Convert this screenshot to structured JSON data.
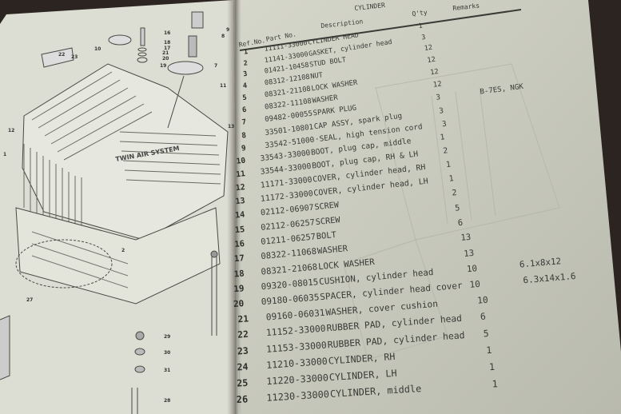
{
  "section_title": "CYLINDER",
  "headers": {
    "ref_no": "Ref.No.",
    "part_no": "Part No.",
    "description": "Description",
    "qty": "Q'ty",
    "remarks": "Remarks"
  },
  "parts": [
    {
      "ref": "1",
      "part": "11111-33000",
      "desc": "CYLINDER HEAD",
      "qty": "1",
      "remarks": ""
    },
    {
      "ref": "2",
      "part": "11141-33000",
      "desc": "GASKET, cylinder head",
      "qty": "3",
      "remarks": ""
    },
    {
      "ref": "3",
      "part": "01421-10458",
      "desc": "STUD BOLT",
      "qty": "12",
      "remarks": ""
    },
    {
      "ref": "4",
      "part": "08312-12108",
      "desc": "NUT",
      "qty": "12",
      "remarks": ""
    },
    {
      "ref": "5",
      "part": "08321-21108",
      "desc": "LOCK WASHER",
      "qty": "12",
      "remarks": ""
    },
    {
      "ref": "6",
      "part": "08322-11108",
      "desc": "WASHER",
      "qty": "12",
      "remarks": ""
    },
    {
      "ref": "7",
      "part": "09482-00055",
      "desc": "SPARK PLUG",
      "qty": "3",
      "remarks": "B-7ES, NGK"
    },
    {
      "ref": "8",
      "part": "33501-10801",
      "desc": "CAP ASSY, spark plug",
      "qty": "3",
      "remarks": ""
    },
    {
      "ref": "9",
      "part": "33542-51000",
      "desc": "·SEAL, high tension cord",
      "qty": "3",
      "remarks": ""
    },
    {
      "ref": "10",
      "part": "33543-33000",
      "desc": "BOOT, plug cap, middle",
      "qty": "1",
      "remarks": ""
    },
    {
      "ref": "11",
      "part": "33544-33000",
      "desc": "BOOT, plug cap, RH & LH",
      "qty": "2",
      "remarks": ""
    },
    {
      "ref": "12",
      "part": "11171-33000",
      "desc": "COVER, cylinder head, RH",
      "qty": "1",
      "remarks": ""
    },
    {
      "ref": "13",
      "part": "11172-33000",
      "desc": "COVER, cylinder head, LH",
      "qty": "1",
      "remarks": ""
    },
    {
      "ref": "14",
      "part": "02112-06907",
      "desc": "SCREW",
      "qty": "2",
      "remarks": ""
    },
    {
      "ref": "15",
      "part": "02112-06257",
      "desc": "SCREW",
      "qty": "5",
      "remarks": ""
    },
    {
      "ref": "16",
      "part": "01211-06257",
      "desc": "BOLT",
      "qty": "6",
      "remarks": ""
    },
    {
      "ref": "17",
      "part": "08322-11068",
      "desc": "WASHER",
      "qty": "13",
      "remarks": ""
    },
    {
      "ref": "18",
      "part": "08321-21068",
      "desc": "LOCK WASHER",
      "qty": "13",
      "remarks": ""
    },
    {
      "ref": "19",
      "part": "09320-08015",
      "desc": "CUSHION, cylinder head",
      "qty": "10",
      "remarks": "6.1x8x12"
    },
    {
      "ref": "20",
      "part": "09180-06035",
      "desc": "SPACER, cylinder head cover",
      "qty": "10",
      "remarks": "6.3x14x1.6"
    },
    {
      "ref": "21",
      "part": "09160-06031",
      "desc": "WASHER, cover cushion",
      "qty": "10",
      "remarks": ""
    },
    {
      "ref": "22",
      "part": "11152-33000",
      "desc": "RUBBER PAD, cylinder head",
      "qty": "6",
      "remarks": ""
    },
    {
      "ref": "23",
      "part": "11153-33000",
      "desc": "RUBBER PAD, cylinder head",
      "qty": "5",
      "remarks": ""
    },
    {
      "ref": "24",
      "part": "11210-33000",
      "desc": "CYLINDER, RH",
      "qty": "1",
      "remarks": ""
    },
    {
      "ref": "25",
      "part": "11220-33000",
      "desc": "CYLINDER, LH",
      "qty": "1",
      "remarks": ""
    },
    {
      "ref": "26",
      "part": "11230-33000",
      "desc": "CYLINDER, middle",
      "qty": "1",
      "remarks": ""
    }
  ],
  "diagram": {
    "logo_text": "TWIN AIR SYSTEM",
    "callouts": [
      "16",
      "18",
      "17",
      "21",
      "20",
      "19",
      "10",
      "22",
      "23",
      "9",
      "8",
      "7",
      "11",
      "12",
      "1",
      "13",
      "2",
      "27",
      "29",
      "30",
      "31",
      "28"
    ]
  },
  "colors": {
    "background": "#2b2421",
    "left_page": "#dcddd3",
    "right_page": "#cfd0c4",
    "ink": "#3a3a36"
  }
}
